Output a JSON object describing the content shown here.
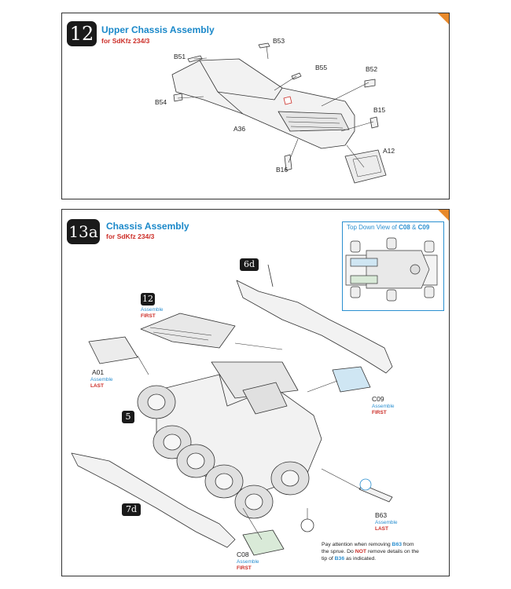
{
  "step12": {
    "number": "12",
    "title": "Upper Chassis Assembly",
    "subtitle": "for SdKfz 234/3",
    "parts": {
      "b53": "B53",
      "b51": "B51",
      "b55": "B55",
      "b52": "B52",
      "b54": "B54",
      "b15": "B15",
      "a36": "A36",
      "a12": "A12",
      "b16": "B16"
    }
  },
  "step13a": {
    "number": "13a",
    "title": "Chassis Assembly",
    "subtitle": "for SdKfz 234/3",
    "inset": {
      "prefix": "Top Down View of",
      "part1": "C08",
      "amp": "&",
      "part2": "C09"
    },
    "refs": {
      "s6d": "6d",
      "s12": "12",
      "s12_assemble": "Assemble",
      "s12_order": "FIRST",
      "s5": "5",
      "s7d": "7d"
    },
    "parts": {
      "a01": "A01",
      "a01_assemble": "Assemble",
      "a01_order": "LAST",
      "c09": "C09",
      "c09_assemble": "Assemble",
      "c09_order": "FIRST",
      "b63": "B63",
      "b63_assemble": "Assemble",
      "b63_order": "LAST",
      "c08": "C08",
      "c08_assemble": "Assemble",
      "c08_order": "FIRST"
    },
    "note": {
      "t1": "Pay attention when removing ",
      "p1": "B63",
      "t2": " from the sprue.  Do ",
      "not": "NOT",
      "t3": " remove details on the tip of ",
      "p2": "B36",
      "t4": " as indicated."
    }
  },
  "colors": {
    "accent_blue": "#2a8fd0",
    "accent_red": "#cc2e28",
    "corner_orange": "#e8892b"
  }
}
